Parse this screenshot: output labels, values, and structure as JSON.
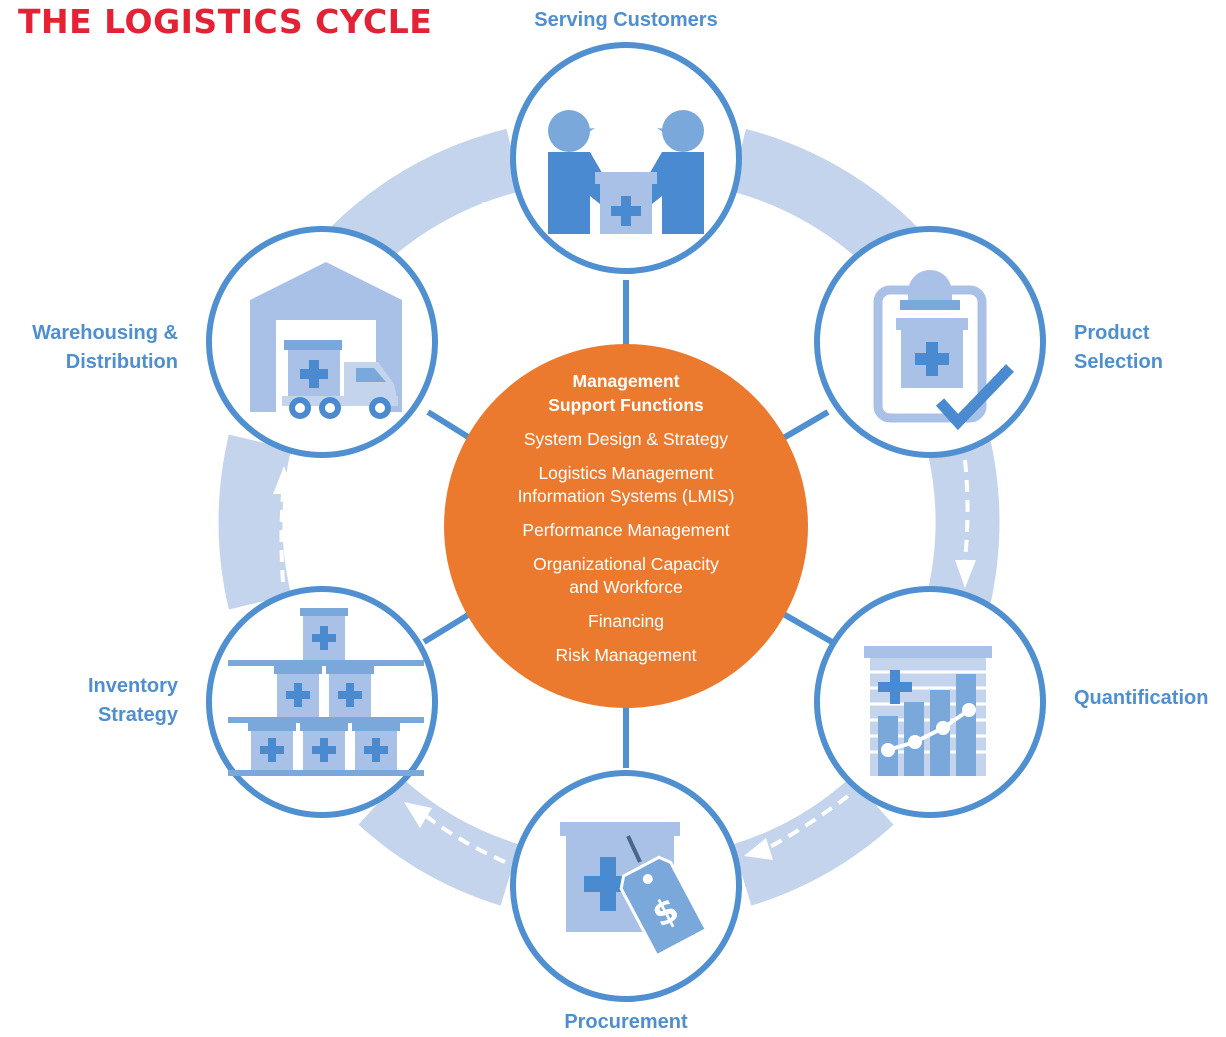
{
  "title": "THE LOGISTICS CYCLE",
  "stages": {
    "serving_customers": "Serving Customers",
    "product_selection": [
      "Product",
      "Selection"
    ],
    "quantification": "Quantification",
    "procurement": "Procurement",
    "inventory_strategy": [
      "Inventory",
      "Strategy"
    ],
    "warehousing_distribution": [
      "Warehousing &",
      "Distribution"
    ]
  },
  "center": {
    "heading": [
      "Management",
      "Support Functions"
    ],
    "items": [
      "System Design & Strategy",
      [
        "Logistics Management",
        "Information Systems (LMIS)"
      ],
      "Performance Management",
      [
        "Organizational Capacity",
        "and Workforce"
      ],
      "Financing",
      "Risk Management"
    ]
  },
  "colors": {
    "title": "#e42236",
    "stage_label": "#4f8fd0",
    "ring": "#c3d4ec",
    "node_border": "#5090d0",
    "icon_light": "#a9c1e6",
    "icon_dark": "#4a8ad0",
    "center_fill": "#ec7a2e"
  },
  "icons": [
    "people-exchanging-box-icon",
    "clipboard-checkmark-icon",
    "bar-chart-icon",
    "price-tag-box-icon",
    "stacked-boxes-icon",
    "warehouse-truck-icon"
  ]
}
